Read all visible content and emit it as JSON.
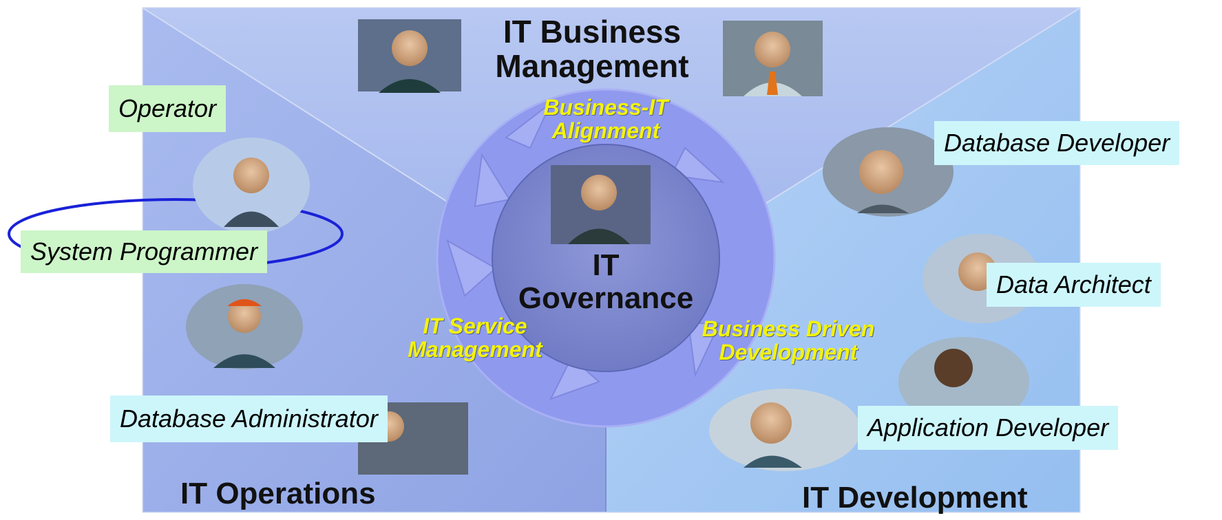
{
  "quadrants": {
    "top": "IT Business Management",
    "top_line1": "IT Business",
    "top_line2": "Management",
    "bottom_left": "IT Operations",
    "bottom_right": "IT Development"
  },
  "center": {
    "line1": "IT",
    "line2": "Governance"
  },
  "cycle": {
    "top_line1": "Business-IT",
    "top_line2": "Alignment",
    "left_line1": "IT Service",
    "left_line2": "Management",
    "right_line1": "Business Driven",
    "right_line2": "Development"
  },
  "roles": {
    "operator": "Operator",
    "system_programmer": "System Programmer",
    "database_administrator": "Database Administrator",
    "database_developer": "Database Developer",
    "data_architect": "Data Architect",
    "application_developer": "Application Developer"
  },
  "highlighted_role": "System Programmer",
  "colors": {
    "left_panel": "#9fb2ec",
    "right_panel": "#a6c9f4",
    "top_panel": "#a3b9ee",
    "ring": "#8f99ee",
    "center_disc": "#7d88cf",
    "cycle_text": "#f3f30a",
    "green_label_bg": "#ccf5c8",
    "cyan_label_bg": "#cdf6fb",
    "highlight_ellipse": "#1a22d8"
  },
  "icons": [
    "person-photo"
  ]
}
